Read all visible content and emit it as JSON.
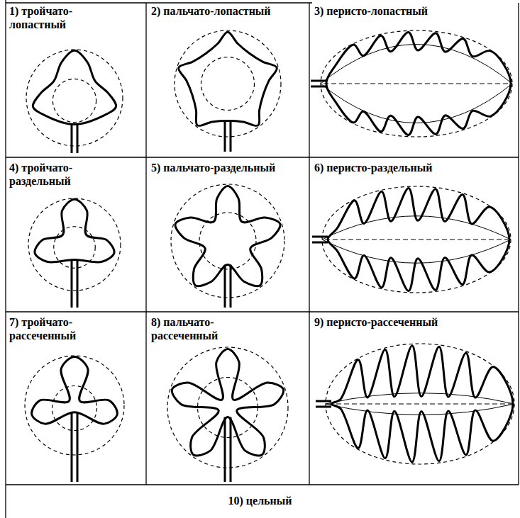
{
  "diagram": {
    "labels": [
      "1) тройчато- лопастный",
      "2) пальчато-лопастный",
      "3) перисто-лопастный",
      "4) тройчато- раздельный",
      "5) пальчато-раздельный",
      "6) перисто-раздельный",
      "7) тройчато- рассеченный",
      "8) пальчато- рассеченный",
      "9) перисто-рассеченный",
      "10) цельный"
    ]
  }
}
